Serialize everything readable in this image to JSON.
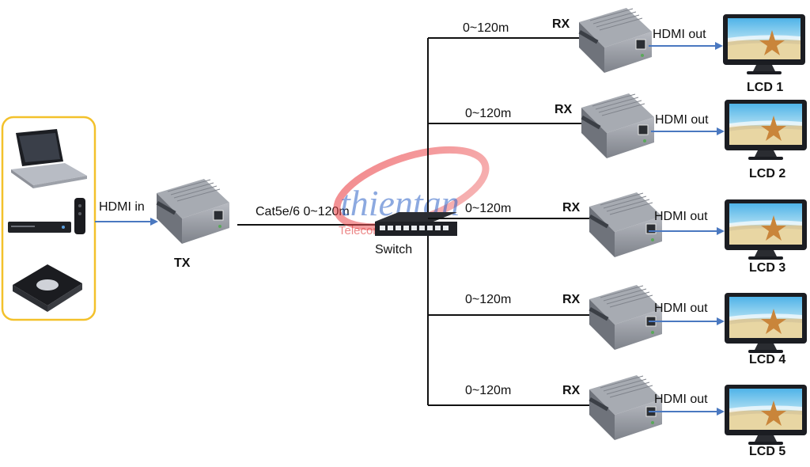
{
  "source": {
    "hdmi_label": "HDMI in",
    "devices": [
      "laptop-icon",
      "dvd-player-icon",
      "media-box-icon"
    ]
  },
  "transmitter": {
    "label": "TX",
    "cable_label": "Cat5e/6 0~120m"
  },
  "switch": {
    "label": "Switch"
  },
  "watermark": {
    "brand": "thientan",
    "sub": "Telecom solution"
  },
  "receivers": [
    {
      "rx_label": "RX",
      "distance": "0~120m",
      "output_label": "HDMI out",
      "display_label": "LCD 1"
    },
    {
      "rx_label": "RX",
      "distance": "0~120m",
      "output_label": "HDMI out",
      "display_label": "LCD 2"
    },
    {
      "rx_label": "RX",
      "distance": "0~120m",
      "output_label": "HDMI out",
      "display_label": "LCD 3"
    },
    {
      "rx_label": "RX",
      "distance": "0~120m",
      "output_label": "HDMI out",
      "display_label": "LCD 4"
    },
    {
      "rx_label": "RX",
      "distance": "0~120m",
      "output_label": "HDMI out",
      "display_label": "LCD 5"
    }
  ],
  "colors": {
    "arrow": "#4a78c0",
    "source_border": "#f3c12b",
    "line": "#111111"
  }
}
